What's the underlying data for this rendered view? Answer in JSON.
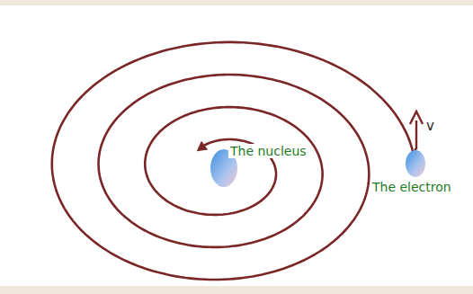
{
  "diagram": {
    "labels": [
      "The nucleus",
      "The electron",
      "v"
    ]
  }
}
